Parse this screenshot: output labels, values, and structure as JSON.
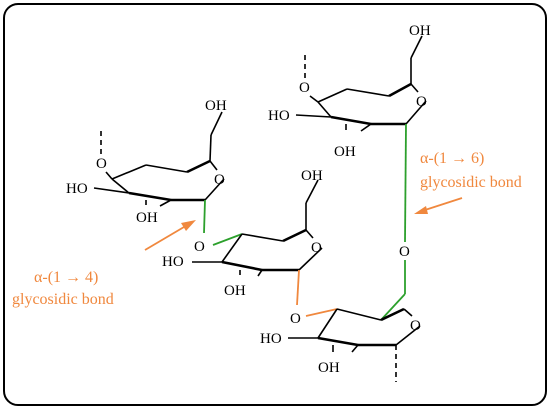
{
  "colors": {
    "bond": "#000000",
    "glycosidic_green": "#2ca02c",
    "glycosidic_orange": "#f0883e",
    "label_orange": "#f0883e",
    "border": "#000000"
  },
  "atoms": {
    "oh": "OH",
    "ho": "HO",
    "o": "O"
  },
  "labels": {
    "alpha14_line1": "α-(1 → 4)",
    "alpha14_line2": "glycosidic bond",
    "alpha16_line1": "α-(1 → 6)",
    "alpha16_line2": "glycosidic bond"
  }
}
